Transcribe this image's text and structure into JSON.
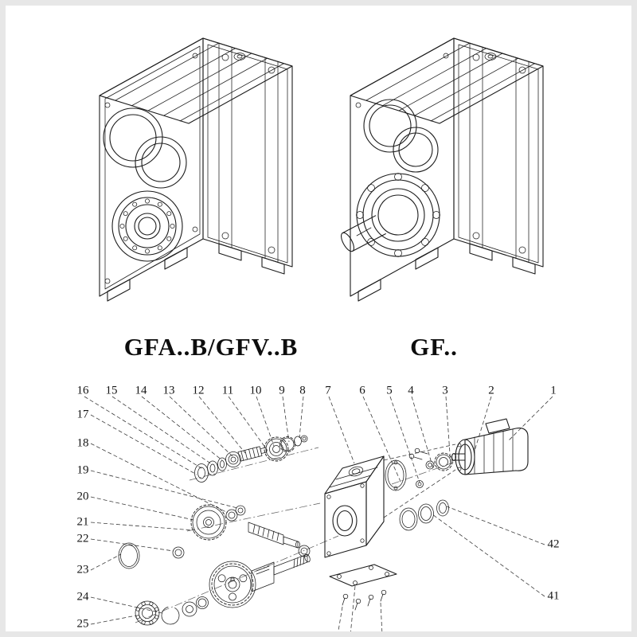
{
  "captions": {
    "left": "GFA..B/GFV..B",
    "right": "GF.."
  },
  "exploded": {
    "labels": [
      "16",
      "15",
      "14",
      "13",
      "12",
      "11",
      "10",
      "9",
      "8",
      "7",
      "6",
      "5",
      "4",
      "3",
      "2",
      "1",
      "17",
      "18",
      "19",
      "20",
      "21",
      "22",
      "23",
      "24",
      "25",
      "42",
      "41"
    ]
  },
  "colors": {
    "line": "#1c1c1c",
    "background": "#ffffff",
    "border": "#e7e7e7"
  }
}
